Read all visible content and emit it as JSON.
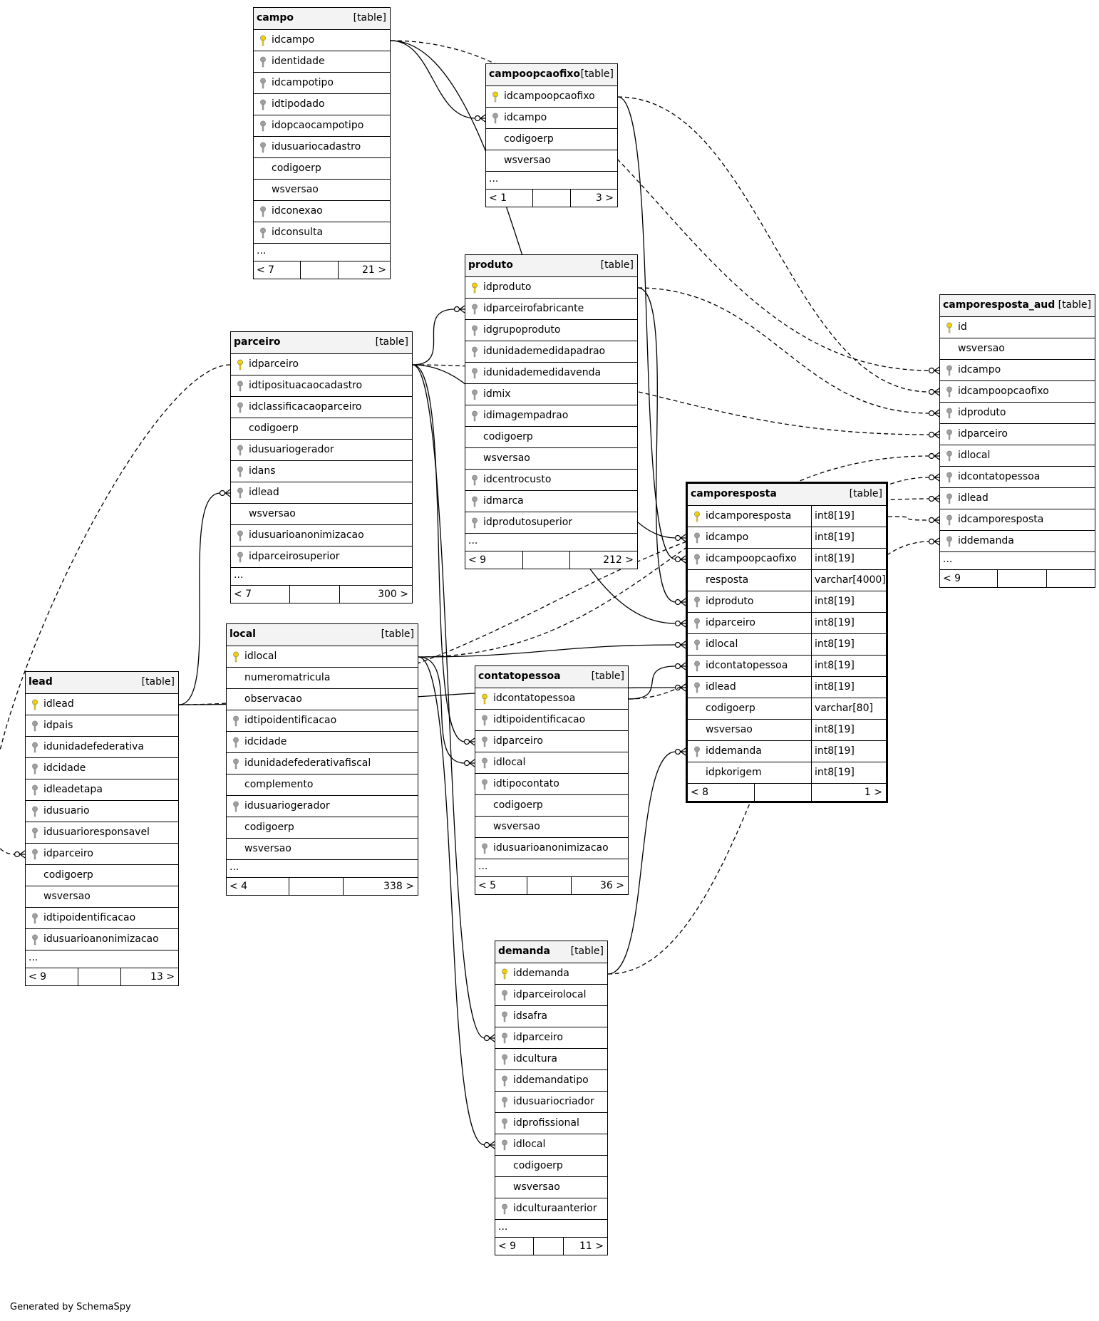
{
  "credit": "Generated by SchemaSpy",
  "colors": {
    "primary_key": "#f2d200",
    "foreign_key": "#a0a0a0",
    "header_bg": "#f3f3f3"
  },
  "tables": {
    "campo": {
      "name": "campo",
      "type": "[table]",
      "ellipsis": "...",
      "foot_left": "< 7",
      "foot_right": "21 >",
      "columns": [
        {
          "name": "idcampo",
          "key": "pk"
        },
        {
          "name": "identidade",
          "key": "fk"
        },
        {
          "name": "idcampotipo",
          "key": "fk"
        },
        {
          "name": "idtipodado",
          "key": "fk"
        },
        {
          "name": "idopcaocampotipo",
          "key": "fk"
        },
        {
          "name": "idusuariocadastro",
          "key": "fk"
        },
        {
          "name": "codigoerp",
          "key": ""
        },
        {
          "name": "wsversao",
          "key": ""
        },
        {
          "name": "idconexao",
          "key": "fk"
        },
        {
          "name": "idconsulta",
          "key": "fk"
        }
      ]
    },
    "campoopcaofixo": {
      "name": "campoopcaofixo",
      "type": "[table]",
      "ellipsis": "...",
      "foot_left": "< 1",
      "foot_right": "3 >",
      "columns": [
        {
          "name": "idcampoopcaofixo",
          "key": "pk"
        },
        {
          "name": "idcampo",
          "key": "fk"
        },
        {
          "name": "codigoerp",
          "key": ""
        },
        {
          "name": "wsversao",
          "key": ""
        }
      ]
    },
    "produto": {
      "name": "produto",
      "type": "[table]",
      "ellipsis": "...",
      "foot_left": "< 9",
      "foot_right": "212 >",
      "columns": [
        {
          "name": "idproduto",
          "key": "pk"
        },
        {
          "name": "idparceirofabricante",
          "key": "fk"
        },
        {
          "name": "idgrupoproduto",
          "key": "fk"
        },
        {
          "name": "idunidademedidapadrao",
          "key": "fk"
        },
        {
          "name": "idunidademedidavenda",
          "key": "fk"
        },
        {
          "name": "idmix",
          "key": "fk"
        },
        {
          "name": "idimagempadrao",
          "key": "fk"
        },
        {
          "name": "codigoerp",
          "key": ""
        },
        {
          "name": "wsversao",
          "key": ""
        },
        {
          "name": "idcentrocusto",
          "key": "fk"
        },
        {
          "name": "idmarca",
          "key": "fk"
        },
        {
          "name": "idprodutosuperior",
          "key": "fk"
        }
      ]
    },
    "parceiro": {
      "name": "parceiro",
      "type": "[table]",
      "ellipsis": "...",
      "foot_left": "< 7",
      "foot_right": "300 >",
      "columns": [
        {
          "name": "idparceiro",
          "key": "pk"
        },
        {
          "name": "idtipositUacaocadastro",
          "key": "fk"
        },
        {
          "name": "idclassificacaoparceiro",
          "key": "fk"
        },
        {
          "name": "codigoerp",
          "key": ""
        },
        {
          "name": "idusuariogerador",
          "key": "fk"
        },
        {
          "name": "idans",
          "key": "fk"
        },
        {
          "name": "idlead",
          "key": "fk"
        },
        {
          "name": "wsversao",
          "key": ""
        },
        {
          "name": "idusuarioanonimizacao",
          "key": "fk"
        },
        {
          "name": "idparceirosuperior",
          "key": "fk"
        }
      ]
    },
    "local": {
      "name": "local",
      "type": "[table]",
      "ellipsis": "...",
      "foot_left": "< 4",
      "foot_right": "338 >",
      "columns": [
        {
          "name": "idlocal",
          "key": "pk"
        },
        {
          "name": "numeromatricula",
          "key": ""
        },
        {
          "name": "observacao",
          "key": ""
        },
        {
          "name": "idtipoidentificacao",
          "key": "fk"
        },
        {
          "name": "idcidade",
          "key": "fk"
        },
        {
          "name": "idunidadefederativafiscal",
          "key": "fk"
        },
        {
          "name": "complemento",
          "key": ""
        },
        {
          "name": "idusuariogerador",
          "key": "fk"
        },
        {
          "name": "codigoerp",
          "key": ""
        },
        {
          "name": "wsversao",
          "key": ""
        }
      ]
    },
    "lead": {
      "name": "lead",
      "type": "[table]",
      "ellipsis": "...",
      "foot_left": "< 9",
      "foot_right": "13 >",
      "columns": [
        {
          "name": "idlead",
          "key": "pk"
        },
        {
          "name": "idpais",
          "key": "fk"
        },
        {
          "name": "idunidadefederativa",
          "key": "fk"
        },
        {
          "name": "idcidade",
          "key": "fk"
        },
        {
          "name": "idleadetapa",
          "key": "fk"
        },
        {
          "name": "idusuario",
          "key": "fk"
        },
        {
          "name": "idusuarioresponsavel",
          "key": "fk"
        },
        {
          "name": "idparceiro",
          "key": "fk"
        },
        {
          "name": "codigoerp",
          "key": ""
        },
        {
          "name": "wsversao",
          "key": ""
        },
        {
          "name": "idtipoidentificacao",
          "key": "fk"
        },
        {
          "name": "idusuarioanonimizacao",
          "key": "fk"
        }
      ]
    },
    "contatopessoa": {
      "name": "contatopessoa",
      "type": "[table]",
      "ellipsis": "...",
      "foot_left": "< 5",
      "foot_right": "36 >",
      "columns": [
        {
          "name": "idcontatopessoa",
          "key": "pk"
        },
        {
          "name": "idtipoidentificacao",
          "key": "fk"
        },
        {
          "name": "idparceiro",
          "key": "fk"
        },
        {
          "name": "idlocal",
          "key": "fk"
        },
        {
          "name": "idtipocontato",
          "key": "fk"
        },
        {
          "name": "codigoerp",
          "key": ""
        },
        {
          "name": "wsversao",
          "key": ""
        },
        {
          "name": "idusuarioanonimizacao",
          "key": "fk"
        }
      ]
    },
    "camporesposta": {
      "name": "camporesposta",
      "type": "[table]",
      "ellipsis": "",
      "foot_left": "< 8",
      "foot_right": "1 >",
      "columns": [
        {
          "name": "idcamporesposta",
          "key": "pk",
          "dtype": "int8[19]"
        },
        {
          "name": "idcampo",
          "key": "fk",
          "dtype": "int8[19]"
        },
        {
          "name": "idcampoopcaofixo",
          "key": "fk",
          "dtype": "int8[19]"
        },
        {
          "name": "resposta",
          "key": "",
          "dtype": "varchar[4000]"
        },
        {
          "name": "idproduto",
          "key": "fk",
          "dtype": "int8[19]"
        },
        {
          "name": "idparceiro",
          "key": "fk",
          "dtype": "int8[19]"
        },
        {
          "name": "idlocal",
          "key": "fk",
          "dtype": "int8[19]"
        },
        {
          "name": "idcontatopessoa",
          "key": "fk",
          "dtype": "int8[19]"
        },
        {
          "name": "idlead",
          "key": "fk",
          "dtype": "int8[19]"
        },
        {
          "name": "codigoerp",
          "key": "",
          "dtype": "varchar[80]"
        },
        {
          "name": "wsversao",
          "key": "",
          "dtype": "int8[19]"
        },
        {
          "name": "iddemanda",
          "key": "fk",
          "dtype": "int8[19]"
        },
        {
          "name": "idpkorigem",
          "key": "",
          "dtype": "int8[19]"
        }
      ]
    },
    "camporesposta_aud": {
      "name": "camporesposta_aud",
      "type": "[table]",
      "ellipsis": "...",
      "foot_left": "< 9",
      "foot_right": "",
      "columns": [
        {
          "name": "id",
          "key": "pk"
        },
        {
          "name": "wsversao",
          "key": ""
        },
        {
          "name": "idcampo",
          "key": "fk"
        },
        {
          "name": "idcampoopcaofixo",
          "key": "fk"
        },
        {
          "name": "idproduto",
          "key": "fk"
        },
        {
          "name": "idparceiro",
          "key": "fk"
        },
        {
          "name": "idlocal",
          "key": "fk"
        },
        {
          "name": "idcontatopessoa",
          "key": "fk"
        },
        {
          "name": "idlead",
          "key": "fk"
        },
        {
          "name": "idcamporesposta",
          "key": "fk"
        },
        {
          "name": "iddemanda",
          "key": "fk"
        }
      ]
    },
    "demanda": {
      "name": "demanda",
      "type": "[table]",
      "ellipsis": "...",
      "foot_left": "< 9",
      "foot_right": "11 >",
      "columns": [
        {
          "name": "iddemanda",
          "key": "pk"
        },
        {
          "name": "idparceirolocal",
          "key": "fk"
        },
        {
          "name": "idsafra",
          "key": "fk"
        },
        {
          "name": "idparceiro",
          "key": "fk"
        },
        {
          "name": "idcultura",
          "key": "fk"
        },
        {
          "name": "iddemandatipo",
          "key": "fk"
        },
        {
          "name": "idusuariocriador",
          "key": "fk"
        },
        {
          "name": "idprofissional",
          "key": "fk"
        },
        {
          "name": "idlocal",
          "key": "fk"
        },
        {
          "name": "codigoerp",
          "key": ""
        },
        {
          "name": "wsversao",
          "key": ""
        },
        {
          "name": "idculturaanterior",
          "key": "fk"
        }
      ]
    }
  }
}
